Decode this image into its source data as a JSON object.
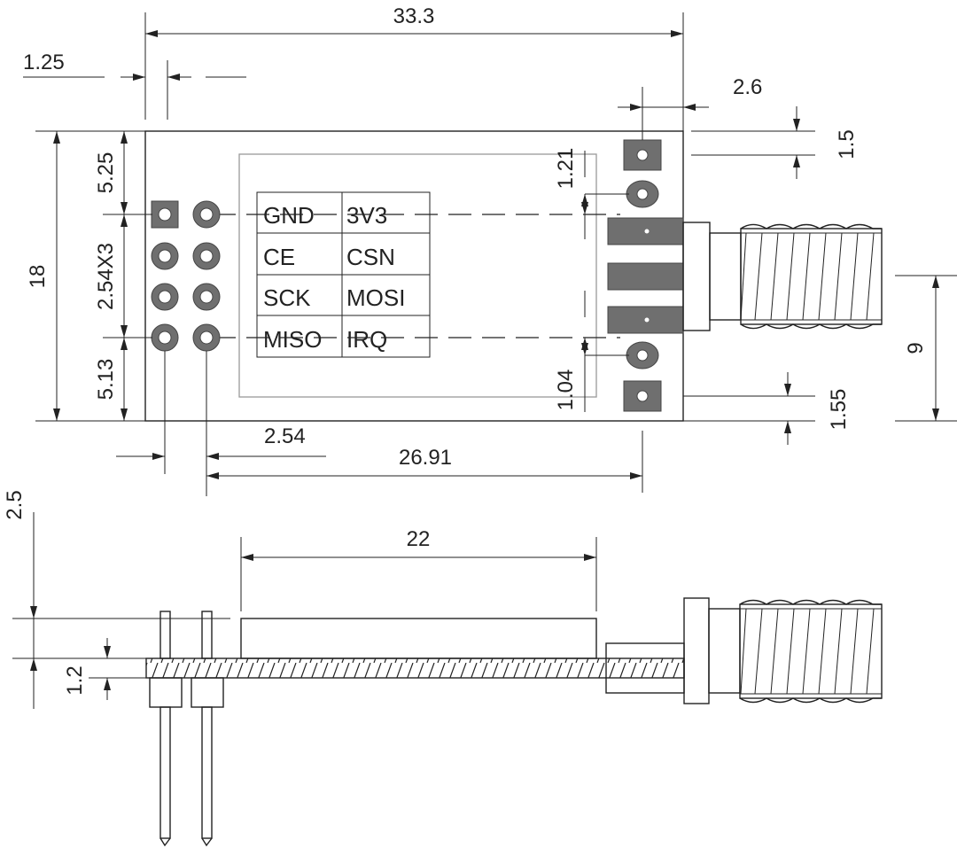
{
  "dimensions": {
    "overall_length": "33.3",
    "header_offset": "1.25",
    "antenna_offset": "2.6",
    "top_pad_offset": "1.5",
    "pitch_top_offset": "5.25",
    "overall_width": "18",
    "pitch_multiple": "2.54X3",
    "pitch_bottom_offset": "5.13",
    "ant_pad_top_gap": "1.21",
    "ant_pad_bottom_gap": "1.04",
    "bottom_pad_offset": "1.55",
    "connector_width": "9",
    "pin_pitch": "2.54",
    "pin_to_antenna": "26.91",
    "shield_length": "22",
    "component_height": "2.5",
    "pcb_thickness": "1.2"
  },
  "pinout": [
    [
      "GND",
      "3V3"
    ],
    [
      "CE",
      "CSN"
    ],
    [
      "SCK",
      "MOSI"
    ],
    [
      "MISO",
      "IRQ"
    ]
  ],
  "colors": {
    "line": "#222222",
    "pad": "#6f6f6f",
    "shield_outline": "#999999"
  }
}
